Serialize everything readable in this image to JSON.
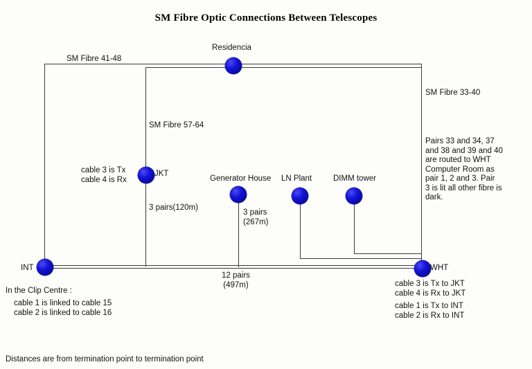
{
  "title": "SM Fibre Optic Connections Between Telescopes",
  "nodes": [
    {
      "id": "residencia",
      "label": "Residencia"
    },
    {
      "id": "jkt",
      "label": "JKT"
    },
    {
      "id": "generator",
      "label": "Generator House"
    },
    {
      "id": "lnplant",
      "label": "LN Plant"
    },
    {
      "id": "dimm",
      "label": "DIMM tower"
    },
    {
      "id": "int",
      "label": "INT"
    },
    {
      "id": "wht",
      "label": "WHT"
    }
  ],
  "edge_labels": {
    "sm_fibre_41_48": "SM Fibre 41-48",
    "sm_fibre_57_64": "SM Fibre 57-64",
    "sm_fibre_33_40": "SM Fibre 33-40",
    "jkt_pairs": "3 pairs(120m)",
    "generator_pairs": "3 pairs\n(267m)",
    "main_pairs": "12 pairs\n(497m)"
  },
  "annotations": {
    "jkt_cables": "cable 3 is Tx\ncable 4 is Rx",
    "wht_routing": "Pairs 33 and 34, 37\nand 38 and 39 and 40\nare routed to WHT\nComputer Room as\npair 1, 2 and 3.  Pair\n3 is lit all other fibre is\ndark.",
    "clip_centre_title": "In the Clip Centre :",
    "clip_centre_lines": "cable 1 is linked to cable 15\ncable 2 is linked to cable 16",
    "wht_cables_jkt": "cable 3 is Tx to JKT\ncable 4 is Rx to JKT",
    "wht_cables_int": "cable 1 is Tx to INT\ncable 2 is Rx to INT",
    "footer": "Distances are from termination point to termination point"
  },
  "colors": {
    "node_fill": "#1313d8",
    "node_edge": "#04046e",
    "wire": "#3a3a3a",
    "background": "#fdfdfb",
    "text": "#111111"
  }
}
